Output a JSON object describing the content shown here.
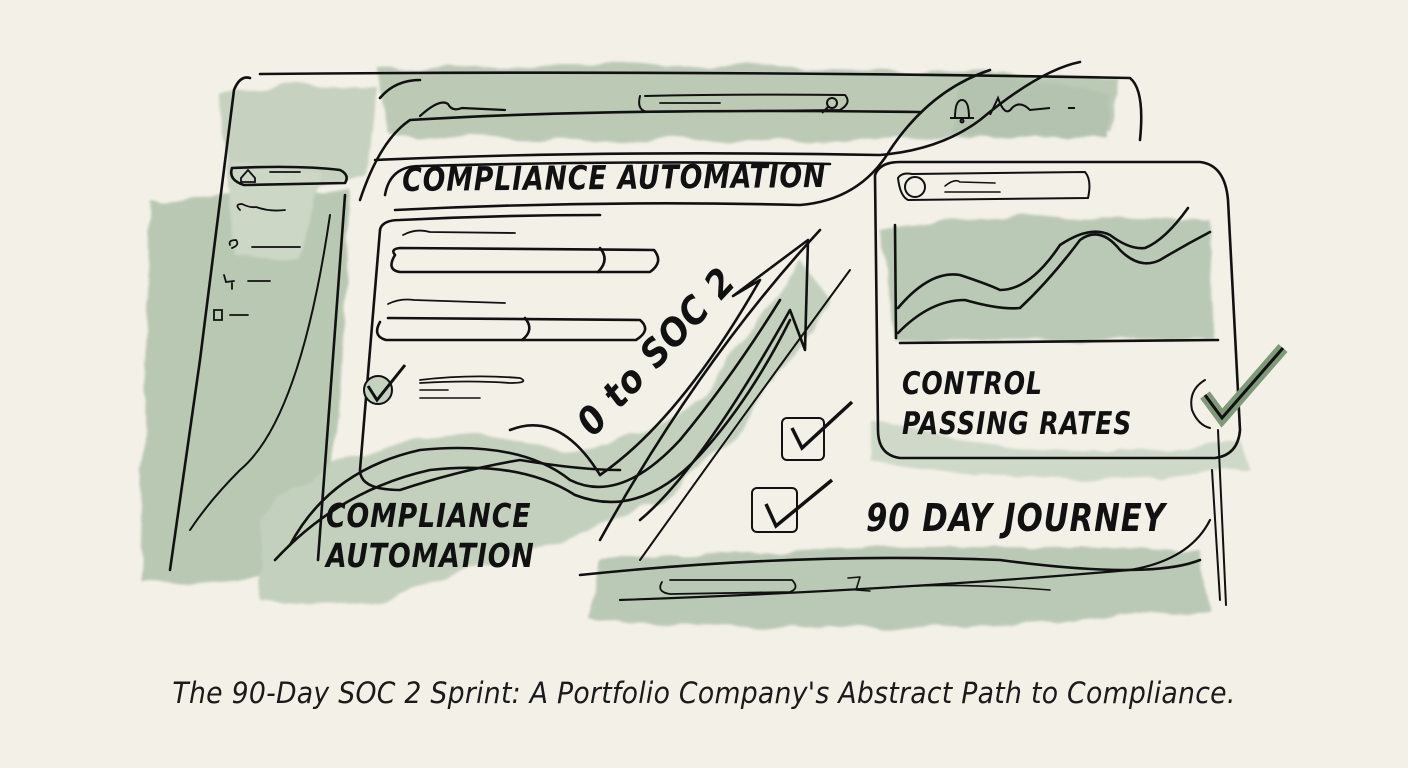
{
  "illustration": {
    "palette": {
      "background": "#f3f0e8",
      "wash_green": "#9fb59c",
      "wash_green_light": "#c4d2bf",
      "ink": "#111111"
    },
    "header_bar": {
      "logo_scribble": "logo-scribble",
      "search_icon": "search-icon",
      "bell_icon": "bell-icon",
      "user_scribble": "user-scribble"
    },
    "sidebar": {
      "items": [
        {
          "icon": "home-icon"
        },
        {
          "icon": "scribble-icon"
        },
        {
          "icon": "link-icon"
        },
        {
          "icon": "branch-icon"
        },
        {
          "icon": "document-icon"
        }
      ]
    },
    "main_title": "Compliance Automation",
    "progress_panel": {
      "bars": [
        {
          "label_scribble": "progress-label-1",
          "percent": 75
        },
        {
          "label_scribble": "progress-label-2",
          "percent": 45
        }
      ],
      "check_item": "check-item"
    },
    "arrow_label": "0 to SOC 2",
    "lower_left_label": "Compliance Automation",
    "chart_card": {
      "avatar_icon": "avatar-icon",
      "label": "Control Passing Rates"
    },
    "journey_label": "90 Day Journey",
    "caption": "The 90-Day SOC 2 Sprint: A Portfolio Company's Abstract Path to Compliance."
  }
}
